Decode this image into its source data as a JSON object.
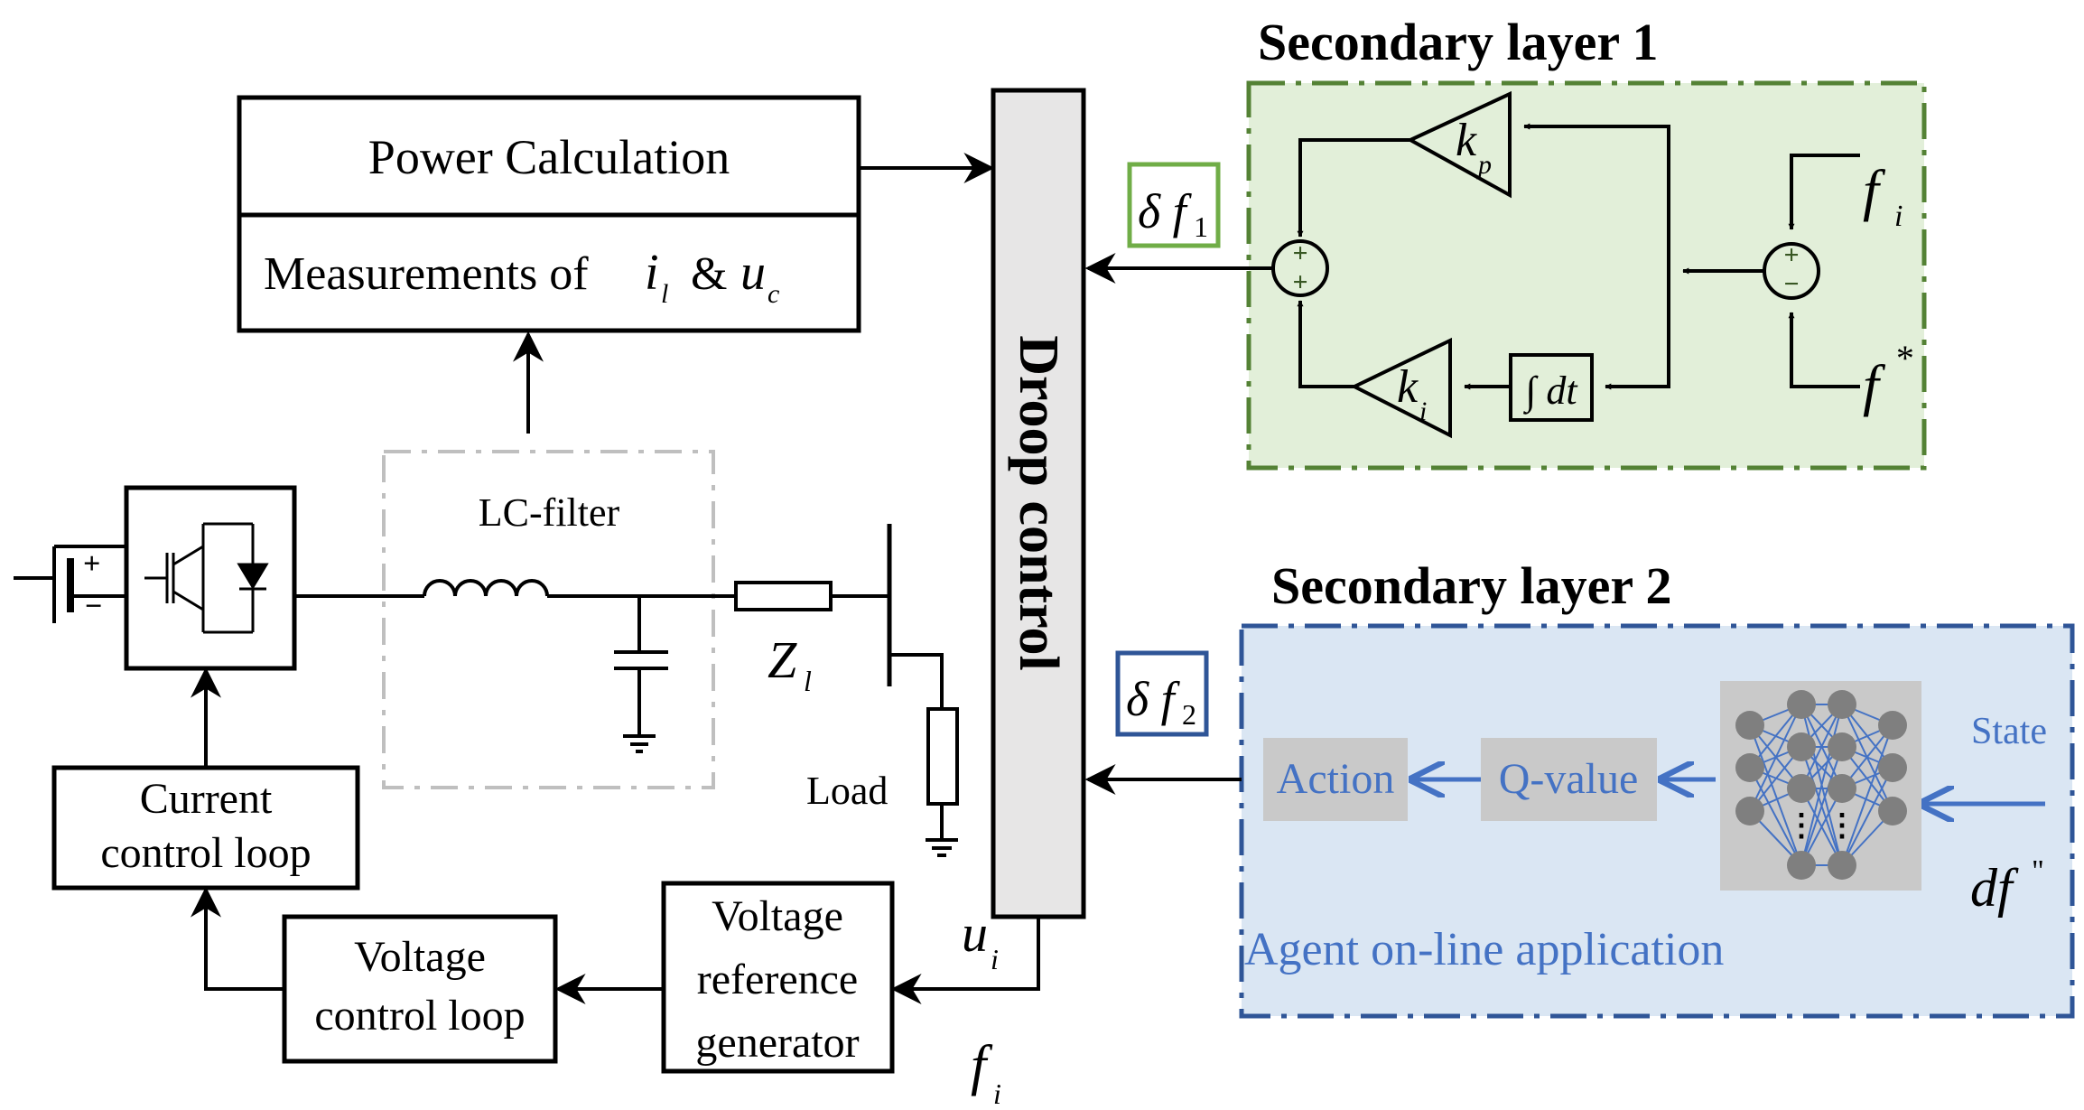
{
  "blocks": {
    "power_calculation": "Power Calculation",
    "measurements": "Measurements of",
    "measurements_i": "i",
    "measurements_i_sub": "l",
    "measurements_amp": "&",
    "measurements_u": "u",
    "measurements_u_sub": "c",
    "droop_control": "Droop control",
    "lc_filter": "LC-filter",
    "z_label": "Z",
    "z_sub": "l",
    "load": "Load",
    "current_loop_1": "Current",
    "current_loop_2": "control loop",
    "voltage_loop_1": "Voltage",
    "voltage_loop_2": "control loop",
    "vref_1": "Voltage",
    "vref_2": "reference",
    "vref_3": "generator",
    "u_i": "u",
    "u_i_sub": "i",
    "f_i": "f",
    "f_i_sub": "i"
  },
  "secondary1": {
    "title": "Secondary layer 1",
    "delta_f1": "δ f",
    "delta_f1_sub": "1",
    "kp": "k",
    "kp_sub": "p",
    "ki": "k",
    "ki_sub": "i",
    "integral": "∫ dt",
    "fi": "f",
    "fi_sub": "i",
    "fstar": "f",
    "fstar_sup": "*",
    "plus": "+",
    "minus": "−"
  },
  "secondary2": {
    "title": "Secondary layer 2",
    "delta_f2": "δ f",
    "delta_f2_sub": "2",
    "action": "Action",
    "qvalue": "Q-value",
    "state": "State",
    "df": "df",
    "df_sup": "\"",
    "agent": "Agent on-line application",
    "ellipsis": "⋮"
  },
  "colors": {
    "green_fill": "#e2efd9",
    "green_stroke": "#548235",
    "blue_fill": "#dae6f3",
    "blue_stroke": "#2f5597",
    "blue_text": "#4472c4",
    "gray_box": "#c9c9c9",
    "nn_node": "#7f7f7f",
    "lc_dash": "#bfbfbf",
    "droop_fill": "#e7e6e6"
  }
}
